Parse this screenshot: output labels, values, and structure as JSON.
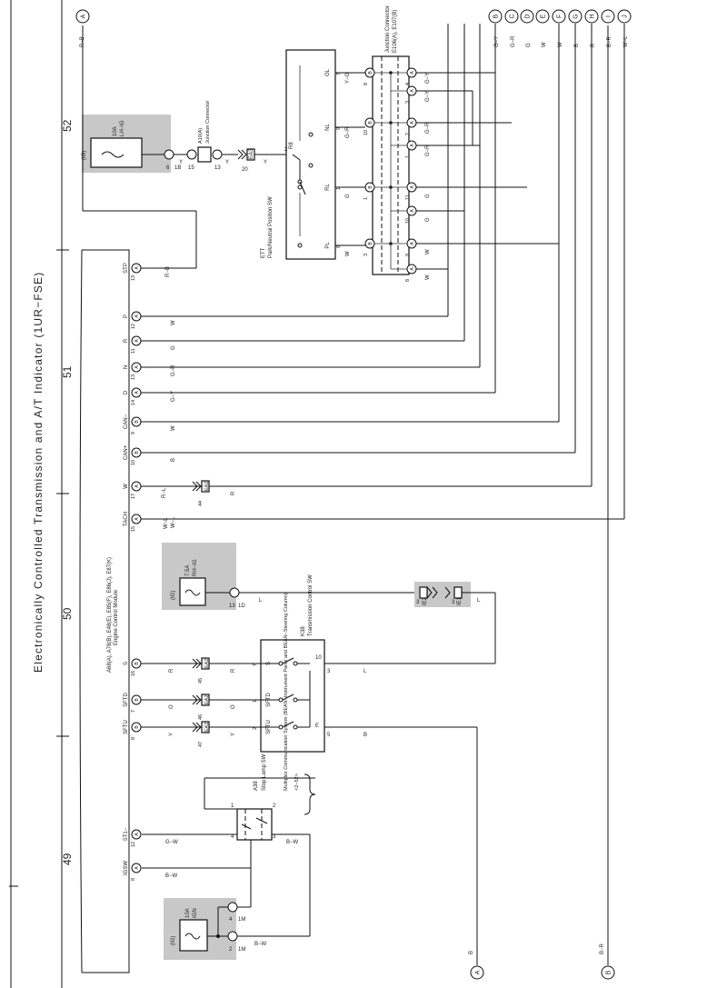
{
  "title": "Electronically Controlled Transmission and A/T Indicator (1UR−FSE)",
  "page_numbers": [
    "52",
    "51",
    "50",
    "49"
  ],
  "top_connectors": [
    {
      "letter": "A",
      "color": "R−B"
    },
    {
      "letter": "B",
      "color": "G−Y"
    },
    {
      "letter": "C",
      "color": "G−R"
    },
    {
      "letter": "D",
      "color": "G"
    },
    {
      "letter": "E",
      "color": "W"
    },
    {
      "letter": "F",
      "color": "W"
    },
    {
      "letter": "G",
      "color": "B"
    },
    {
      "letter": "H",
      "color": "R"
    },
    {
      "letter": "I",
      "color": "B−R"
    },
    {
      "letter": "J",
      "color": "W−L"
    }
  ],
  "bottom_connectors": [
    {
      "letter": "A",
      "color": "B"
    },
    {
      "letter": "B",
      "color": "B−R"
    }
  ],
  "fuses": {
    "lh_ig": {
      "rating": "10A",
      "name": "LH−IG",
      "ig": "(IG)",
      "pin": "6",
      "connector": "1B"
    },
    "rh_ig": {
      "rating": "7.5A",
      "name": "RH−IG",
      "ig": "(IG)",
      "pin": "13",
      "connector": "1D"
    },
    "ign": {
      "rating": "10A",
      "name": "IGN",
      "ig": "(IG)",
      "pin1": "4",
      "conn1": "1M",
      "pin2": "2",
      "conn2": "1M"
    }
  },
  "junction_connector_small": {
    "id": "A10(A)",
    "name": "Junction Connector",
    "pin_in": "15",
    "pin_out": "13"
  },
  "ea3_connector": {
    "pin": "20",
    "label": "EA3"
  },
  "park_neutral_sw": {
    "id": "R8",
    "name": "Park/Neutral Position SW",
    "prefix": "ETT",
    "pin2": "2",
    "terminals": [
      {
        "name": "OL",
        "pin": "7",
        "wire": "Y−G"
      },
      {
        "name": "NL",
        "pin": "9",
        "wire": "G−R"
      },
      {
        "name": "RL",
        "pin": "1",
        "wire": "G"
      },
      {
        "name": "PL",
        "pin": "6",
        "wire": "W"
      }
    ]
  },
  "junction_connector": {
    "label": "Junction Connector",
    "ids": "E106(A), E107(B)",
    "left_pins": [
      "8",
      "10",
      "1",
      "3"
    ],
    "left_conn": "B",
    "right_pins": [
      "4",
      "3",
      "2",
      "1",
      "11",
      "10",
      "9",
      "8"
    ],
    "right_conn": "A",
    "right_wires": [
      "G−Y",
      "G−Y",
      "G−R",
      "G−R",
      "G",
      "G",
      "W",
      "W"
    ]
  },
  "ecm": {
    "ids": "A68(A), A78(B), E48(E), E85(F), E86(J), E87(K)",
    "name": "Engine Control Module",
    "terminals": [
      {
        "name": "STP",
        "pin": "13",
        "conn": "A",
        "wire": "R−B"
      },
      {
        "name": "P",
        "pin": "12",
        "conn": "A",
        "wire": "W"
      },
      {
        "name": "R",
        "pin": "11",
        "conn": "A",
        "wire": "G"
      },
      {
        "name": "N",
        "pin": "13",
        "conn": "A",
        "wire": "G−R"
      },
      {
        "name": "D",
        "pin": "14",
        "conn": "A",
        "wire": "G−Y"
      },
      {
        "name": "CAN−",
        "pin": "9",
        "conn": "B",
        "wire": "W"
      },
      {
        "name": "CAN+",
        "pin": "10",
        "conn": "B",
        "wire": "B"
      },
      {
        "name": "W",
        "pin": "17",
        "conn": "A",
        "wire": "R−L"
      },
      {
        "name": "TACH",
        "pin": "15",
        "conn": "A",
        "wire": "W−L"
      },
      {
        "name": "S",
        "pin": "16",
        "conn": "B",
        "wire": "R"
      },
      {
        "name": "SFTD",
        "pin": "7",
        "conn": "B",
        "wire": "O"
      },
      {
        "name": "SFTU",
        "pin": "8",
        "conn": "B",
        "wire": "Y"
      },
      {
        "name": "ST1−",
        "pin": "12",
        "conn": "A",
        "wire": "G−W"
      },
      {
        "name": "IGSW",
        "pin": "8",
        "conn": "A",
        "wire": "B−W"
      }
    ]
  },
  "inline_connectors": [
    {
      "pin": "44",
      "label": "EA2",
      "wire": "R"
    },
    {
      "pin": "45",
      "label": "EA2",
      "wire": "R"
    },
    {
      "pin": "46",
      "label": "EA2",
      "wire": "O"
    },
    {
      "pin": "47",
      "label": "EA2",
      "wire": "Y"
    }
  ],
  "ie_connector": {
    "pin1": "3",
    "label1": "IE2",
    "pin2": "3",
    "label2": "IE1",
    "wire": "L"
  },
  "trans_control_sw": {
    "id": "K38",
    "name": "Transmission Control SW",
    "terminals": [
      {
        "name": "S",
        "pin": "7",
        "pin_r": "10"
      },
      {
        "name": "SFTD",
        "pin": "1",
        "pin_r": "3"
      },
      {
        "name": "SFTU",
        "pin": "2",
        "pin_r": "5"
      }
    ],
    "e_label": "E",
    "out_wire": "L",
    "e_wire": "B"
  },
  "stop_lamp_sw": {
    "id": "A38",
    "name": "Stop Lamp SW",
    "pins": [
      "4",
      "1",
      "3",
      "2"
    ],
    "note": "Multiplex Communication System (BEAN−Instrument Panel and BEAN−Steering Column)",
    "note_page": "<2−52>",
    "wires": [
      "G−W",
      "B−W"
    ]
  },
  "ign_wire": "B−W",
  "mid_wire_r_b": "R−B",
  "mid_wire_y": "Y"
}
